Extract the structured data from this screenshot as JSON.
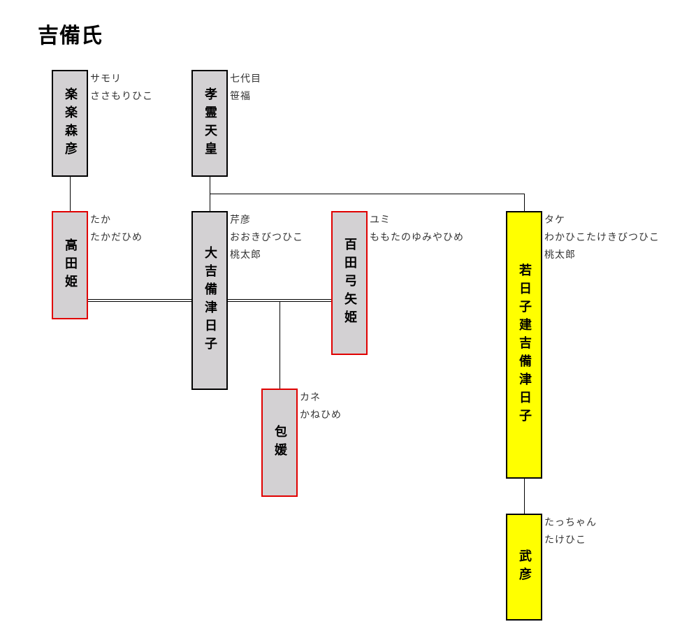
{
  "title": "吉備氏",
  "people": {
    "sasamori": {
      "name": "楽楽森彦",
      "notes": [
        "サモリ",
        "ささもりひこ"
      ]
    },
    "korei": {
      "name": "孝霊天皇",
      "notes": [
        "七代目",
        "笹福"
      ]
    },
    "taka": {
      "name": "高田姫",
      "notes": [
        "たか",
        "たかだひめ"
      ]
    },
    "ookibitsu": {
      "name": "大吉備津日子",
      "notes": [
        "芹彦",
        "おおきびつひこ",
        "桃太郎"
      ]
    },
    "momota": {
      "name": "百田弓矢姫",
      "notes": [
        "ユミ",
        "ももたのゆみやひめ"
      ]
    },
    "wakahiko": {
      "name": "若日子建吉備津日子",
      "notes": [
        "タケ",
        "わかひこたけきびつひこ",
        "桃太郎"
      ]
    },
    "kane": {
      "name": "包媛",
      "notes": [
        "カネ",
        "かねひめ"
      ]
    },
    "takehiko": {
      "name": "武彦",
      "notes": [
        "たっちゃん",
        "たけひこ"
      ]
    }
  },
  "colors": {
    "node_fill": "#d3d1d3",
    "male_border": "#000000",
    "female_border": "#e00000",
    "highlight_fill": "#ffff00"
  }
}
